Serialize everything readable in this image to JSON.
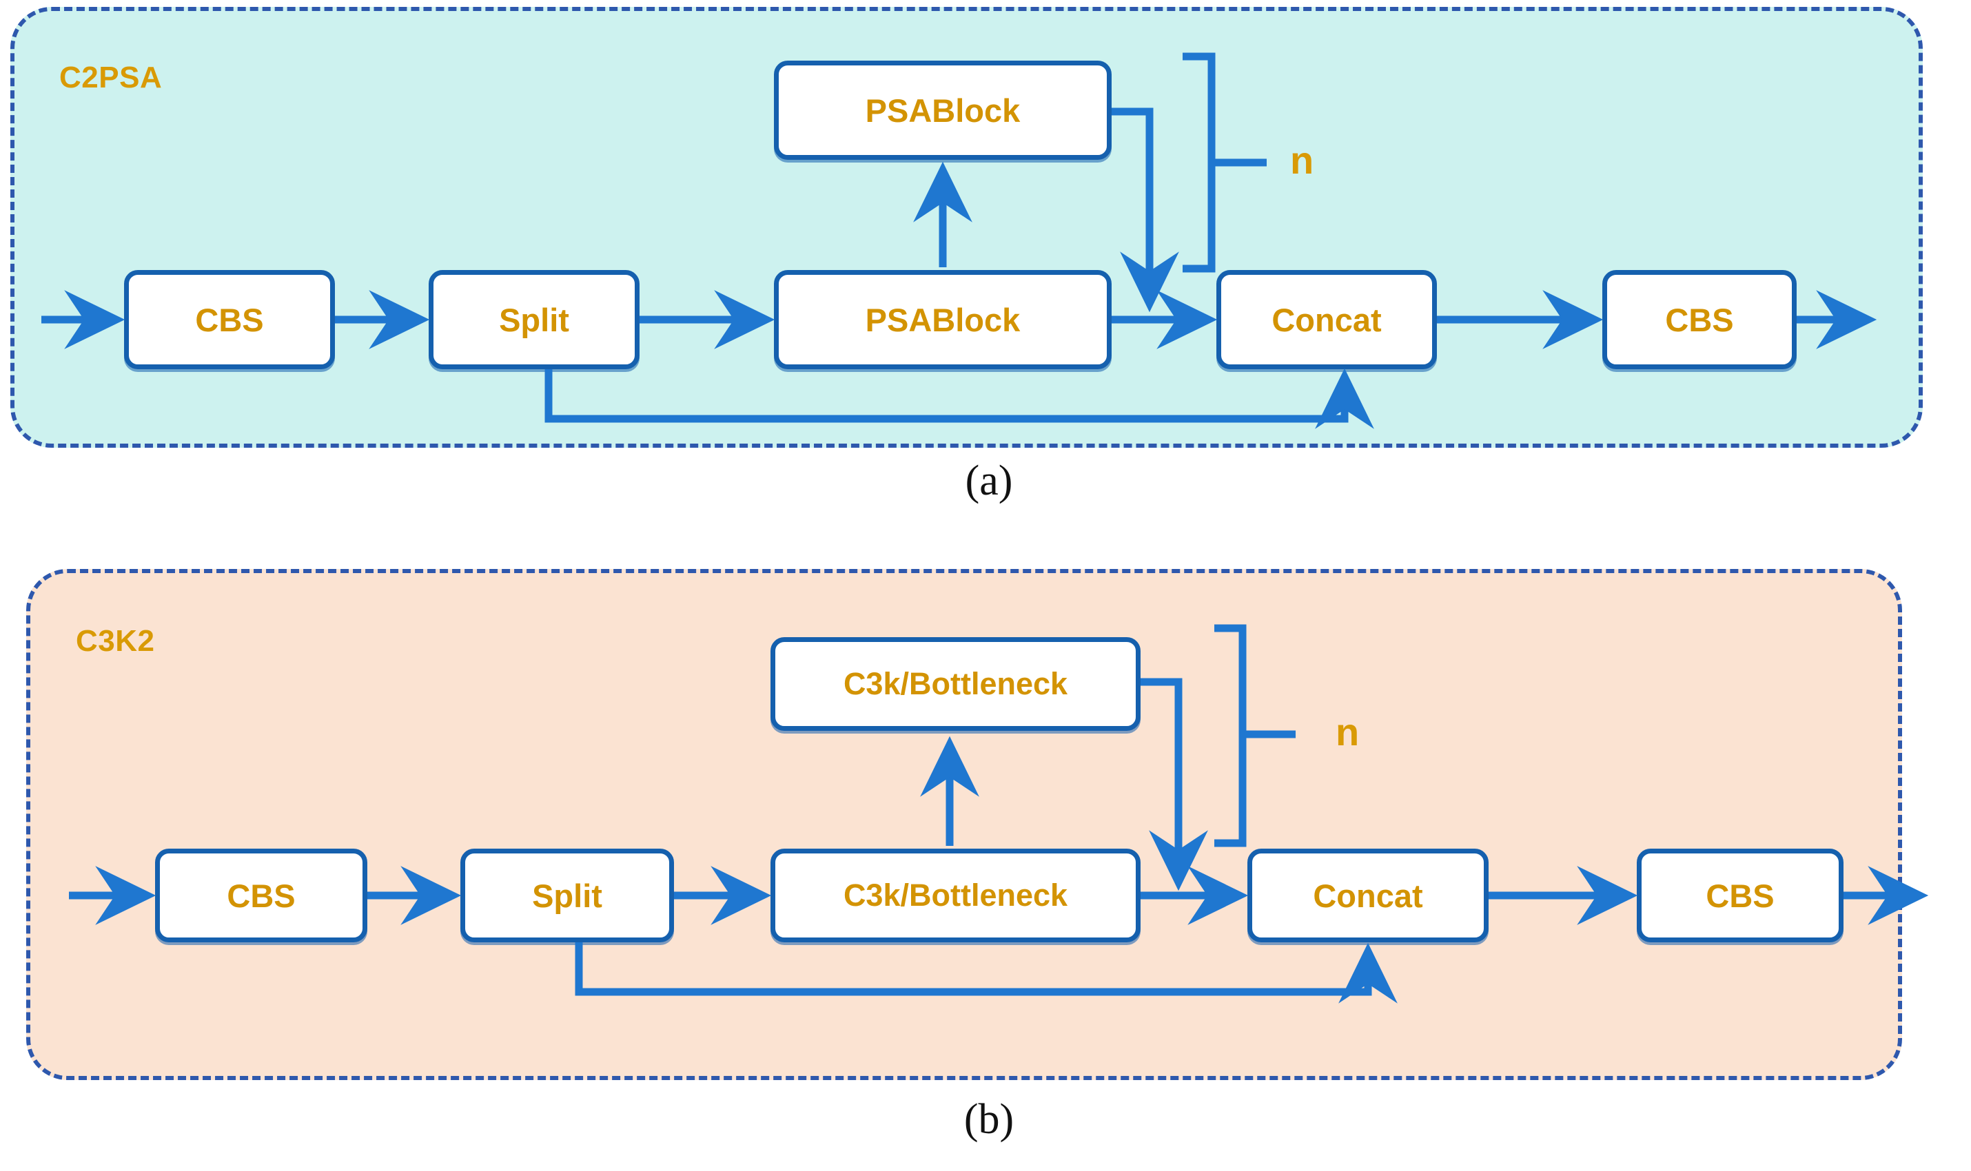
{
  "figure": {
    "caption_a": "(a)",
    "caption_b": "(b)",
    "colors": {
      "panel_a_background": "#cdf2ef",
      "panel_b_background": "#fbe3d2",
      "panel_border": "#2e58ad",
      "node_border": "#1560ae",
      "node_fill": "#ffffff",
      "label_text": "#d39303",
      "wire": "#1f77d0"
    }
  },
  "panel_a": {
    "name": "C2PSA",
    "repeat_label": "n",
    "nodes": {
      "cbs_in": "CBS",
      "split": "Split",
      "block_bottom": "PSABlock",
      "block_top": "PSABlock",
      "concat": "Concat",
      "cbs_out": "CBS"
    }
  },
  "panel_b": {
    "name": "C3K2",
    "repeat_label": "n",
    "nodes": {
      "cbs_in": "CBS",
      "split": "Split",
      "block_bottom": "C3k/Bottleneck",
      "block_top": "C3k/Bottleneck",
      "concat": "Concat",
      "cbs_out": "CBS"
    }
  }
}
